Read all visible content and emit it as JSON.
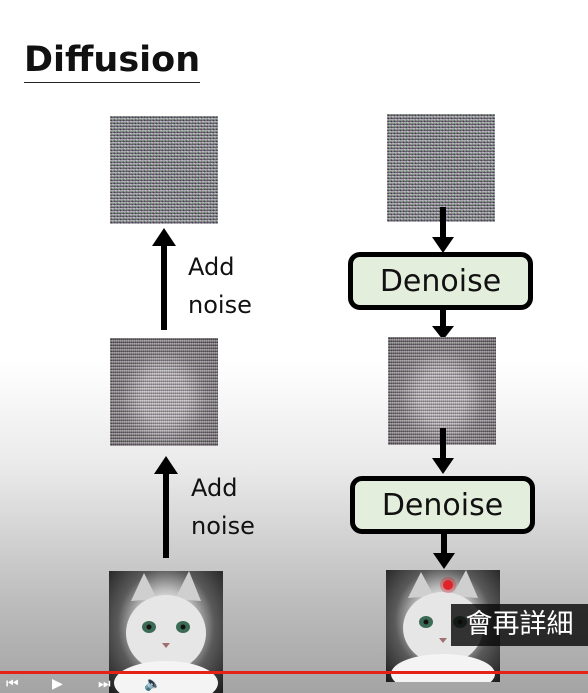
{
  "slide": {
    "title": "Diffusion",
    "left_labels": [
      "Add\nnoise",
      "Add\nnoise"
    ],
    "denoise_labels": [
      "Denoise",
      "Denoise"
    ]
  },
  "overlay": {
    "caption": "會再詳細",
    "progress": 1.0
  },
  "icons": [
    "arrow-up-icon",
    "arrow-down-icon",
    "recording-dot-icon",
    "play-icon",
    "skip-icon",
    "volume-icon"
  ],
  "colors": {
    "denoise_fill": "#e4eedd",
    "progress_bar": "#e62117",
    "record_dot": "#e0232a"
  }
}
